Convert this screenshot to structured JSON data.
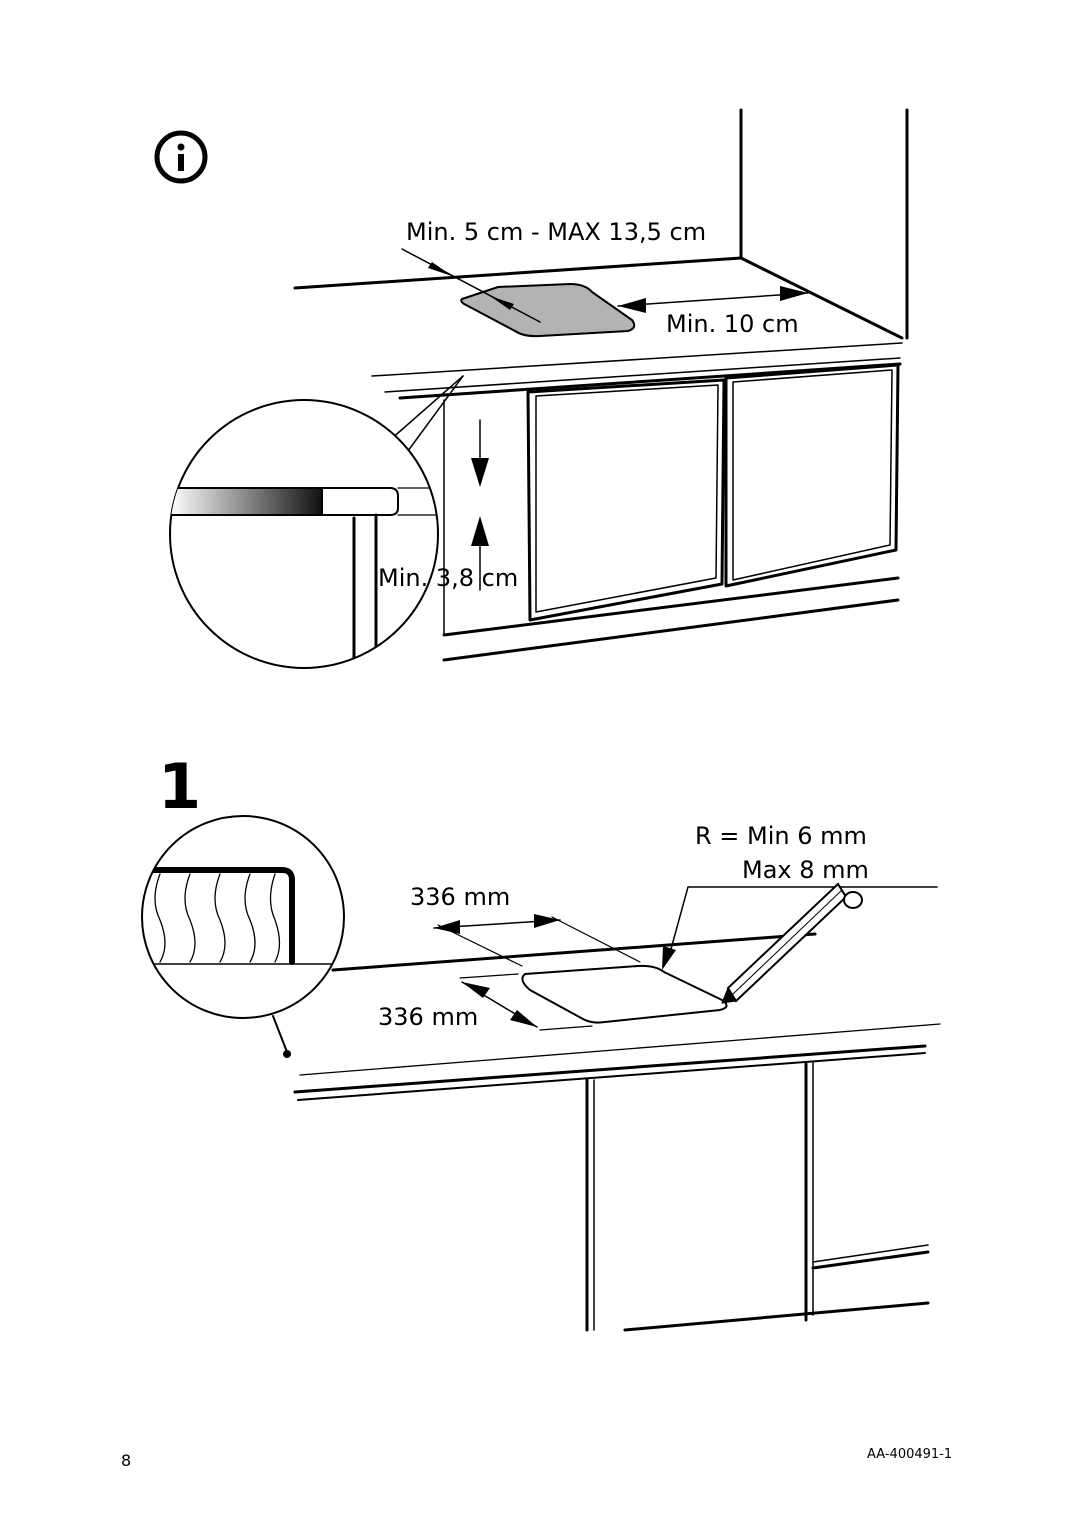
{
  "top_figure": {
    "info_icon": "info-icon",
    "label_gap_back": "Min. 5 cm - MAX 13,5 cm",
    "label_gap_side": "Min. 10 cm",
    "label_thickness": "Min. 3,8 cm"
  },
  "step_figure": {
    "step_number": "1",
    "label_radius_min": "R = Min 6 mm",
    "label_radius_max": "Max 8 mm",
    "label_width": "336 mm",
    "label_depth": "336 mm"
  },
  "footer": {
    "page_number": "8",
    "document_code": "AA-400491-1"
  }
}
